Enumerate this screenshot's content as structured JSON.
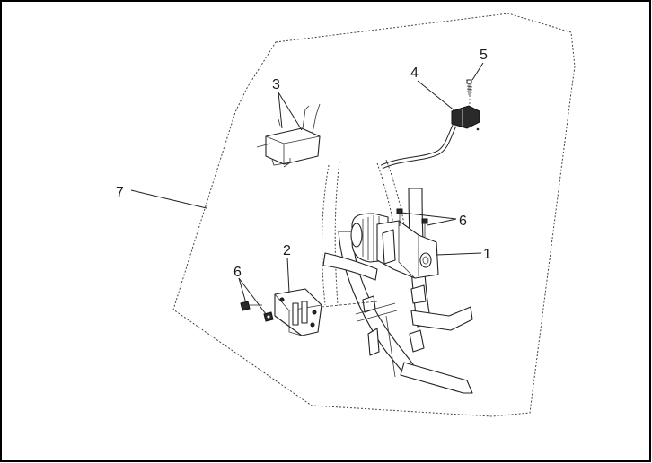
{
  "diagram": {
    "callouts": [
      {
        "id": "label-1",
        "text": "1"
      },
      {
        "id": "label-2",
        "text": "2"
      },
      {
        "id": "label-3",
        "text": "3"
      },
      {
        "id": "label-4",
        "text": "4"
      },
      {
        "id": "label-5",
        "text": "5"
      },
      {
        "id": "label-6a",
        "text": "6"
      },
      {
        "id": "label-6b",
        "text": "6"
      },
      {
        "id": "label-7",
        "text": "7"
      }
    ]
  }
}
